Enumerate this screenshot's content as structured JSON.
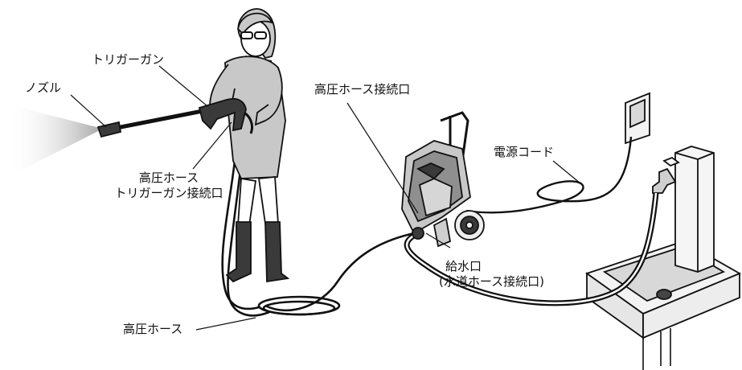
{
  "labels": {
    "nozzle": "ノズル",
    "trigger_gun": "トリガーガン",
    "hp_hose_trigger_conn_line1": "高圧ホース",
    "hp_hose_trigger_conn_line2": "トリガーガン接続口",
    "hp_hose_conn": "高圧ホース接続口",
    "power_cord": "電源コード",
    "water_inlet_line1": "給水口",
    "water_inlet_line2": "(水道ホース接続口)",
    "hp_hose": "高圧ホース"
  },
  "colors": {
    "line": "#111111",
    "fill_body": "#c8c8c8",
    "fill_dark": "#3a3a3a",
    "spray": "#bdbdbd"
  }
}
